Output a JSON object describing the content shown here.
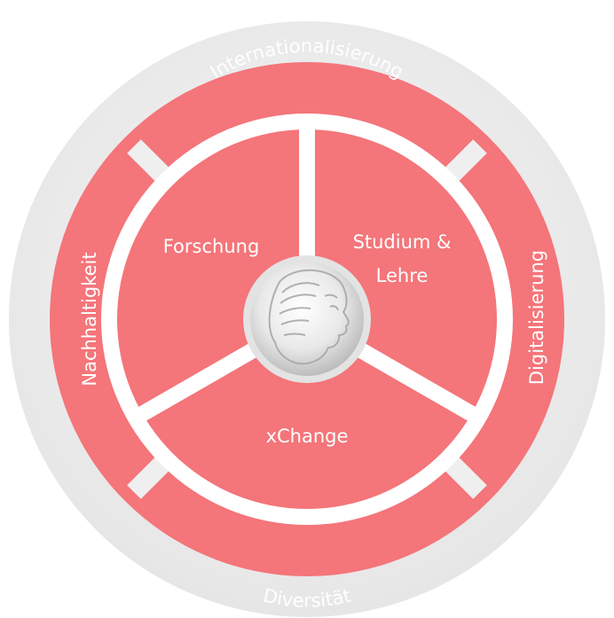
{
  "diagram": {
    "outer_ring": {
      "top": "Internationalisierung",
      "right": "Digitalisierung",
      "bottom": "Diversität",
      "left": "Nachhaltigkeit"
    },
    "inner_sectors": {
      "upper_left": "Forschung",
      "upper_right_line1": "Studium &",
      "upper_right_line2": "Lehre",
      "bottom": "xChange"
    },
    "center": {
      "logo": "profile-head-emblem-icon"
    }
  },
  "colors": {
    "segment": "#f4757a",
    "ring": "#efefef",
    "separator": "#ffffff",
    "label": "#ffffff"
  }
}
